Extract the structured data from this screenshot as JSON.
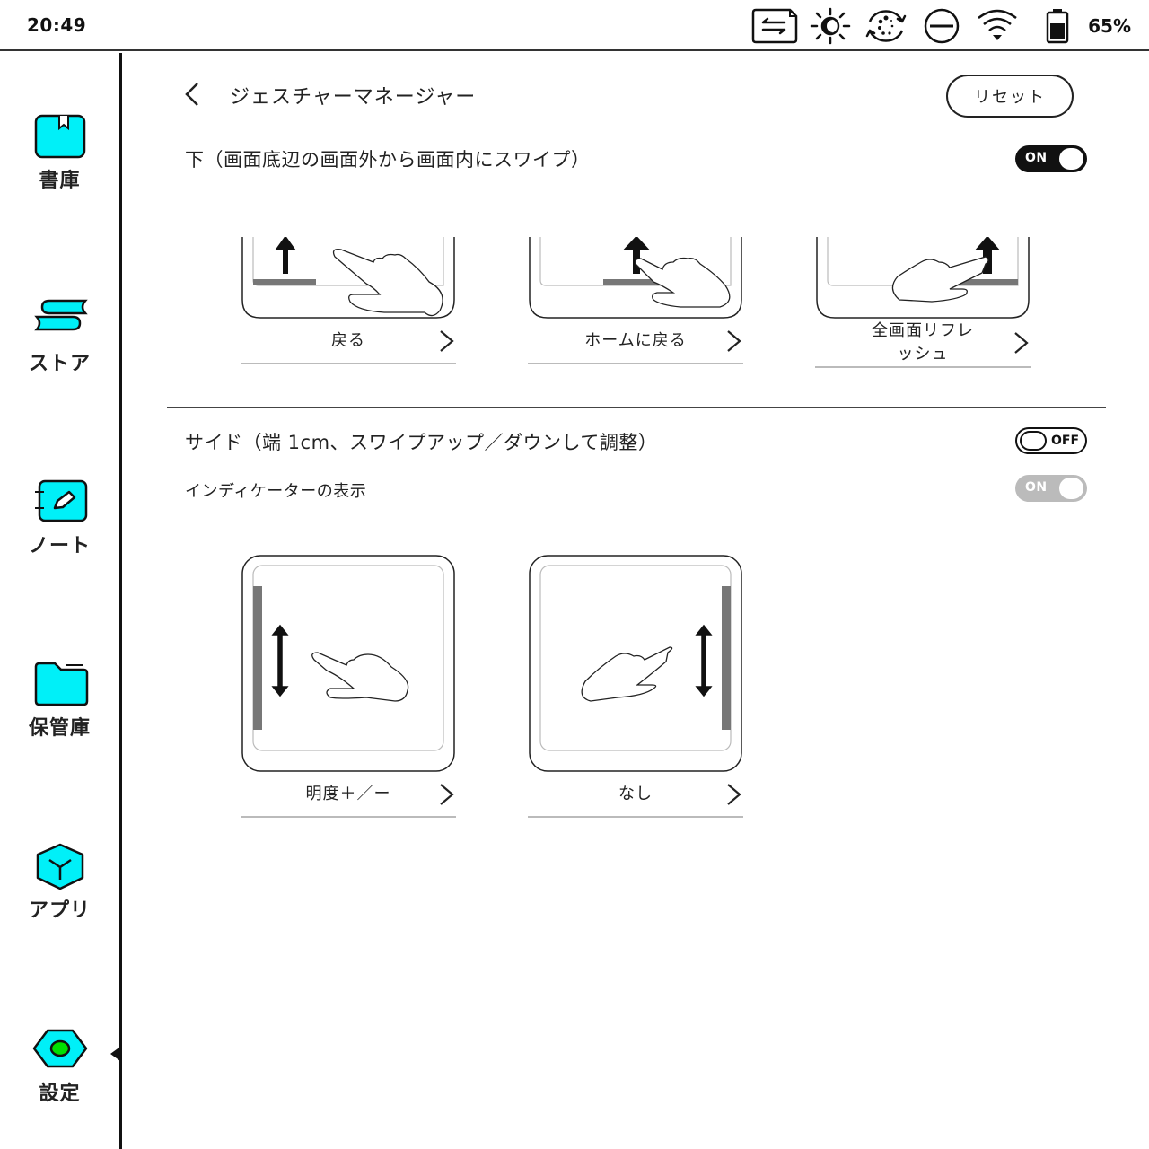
{
  "status_bar": {
    "time": "20:49",
    "icons": [
      "file-transfer-icon",
      "brightness-moon-icon",
      "refresh-dots-icon",
      "do-not-disturb-icon",
      "wifi-icon",
      "battery-icon"
    ],
    "battery_percent": "65%"
  },
  "sidebar": {
    "items": [
      {
        "label": "書庫",
        "icon": "bookshelf-icon",
        "active": false
      },
      {
        "label": "ストア",
        "icon": "store-books-icon",
        "active": false
      },
      {
        "label": "ノート",
        "icon": "note-pencil-icon",
        "active": false
      },
      {
        "label": "保管庫",
        "icon": "folder-icon",
        "active": false
      },
      {
        "label": "アプリ",
        "icon": "apps-cube-icon",
        "active": false
      },
      {
        "label": "設定",
        "icon": "settings-hex-icon",
        "active": true
      }
    ],
    "accent_color": "#00F0F8",
    "active_dot_color": "#00E000"
  },
  "header": {
    "back_icon": "chevron-left-icon",
    "title": "ジェスチャーマネージャー",
    "reset_label": "リセット"
  },
  "bottom_section": {
    "label": "下（画面底辺の画面外から画面内にスワイプ）",
    "toggle": "ON",
    "cards": [
      {
        "caption": "戻る",
        "illustration": "swipe-up-left-zone"
      },
      {
        "caption": "ホームに戻る",
        "illustration": "swipe-up-center-zone"
      },
      {
        "caption_line1": "全画面リフレ",
        "caption_line2": "ッシュ",
        "illustration": "swipe-up-right-zone"
      }
    ]
  },
  "side_section": {
    "label": "サイド（端 1cm、スワイプアップ／ダウンして調整）",
    "toggle": "OFF",
    "indicator_label": "インディケーターの表示",
    "indicator_toggle": "ON",
    "cards": [
      {
        "caption": "明度＋／ー",
        "illustration": "swipe-vertical-left-edge"
      },
      {
        "caption": "なし",
        "illustration": "swipe-vertical-right-edge"
      }
    ]
  }
}
